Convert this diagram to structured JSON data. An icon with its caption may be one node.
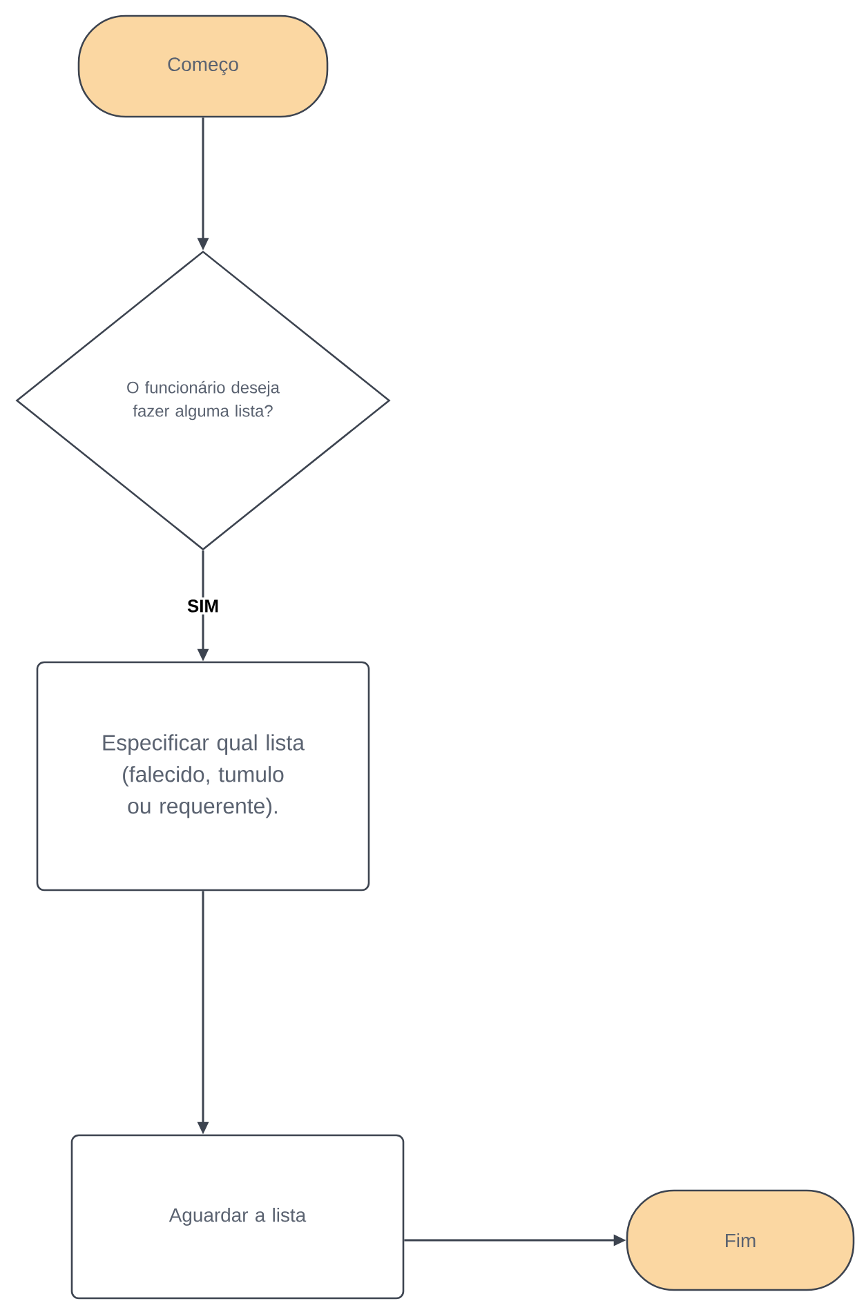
{
  "diagram": {
    "nodes": [
      {
        "text": [
          "Começo"
        ]
      },
      {
        "text": [
          "O funcionário deseja fazer alguma lista?"
        ]
      },
      {
        "text": [
          "Especificar qual lista (falecido, tumulo ou requerente)."
        ]
      },
      {
        "text": [
          "Aguardar a lista"
        ]
      },
      {
        "text": [
          "Fim"
        ]
      }
    ],
    "edges": [
      {
        "from": 0,
        "to": 1,
        "arrow": "to"
      },
      {
        "from": 1,
        "to": 2,
        "arrow": "to",
        "label": "SIM"
      },
      {
        "from": 2,
        "to": 3,
        "arrow": "to"
      },
      {
        "from": 3,
        "to": 4,
        "arrow": "to"
      }
    ]
  }
}
